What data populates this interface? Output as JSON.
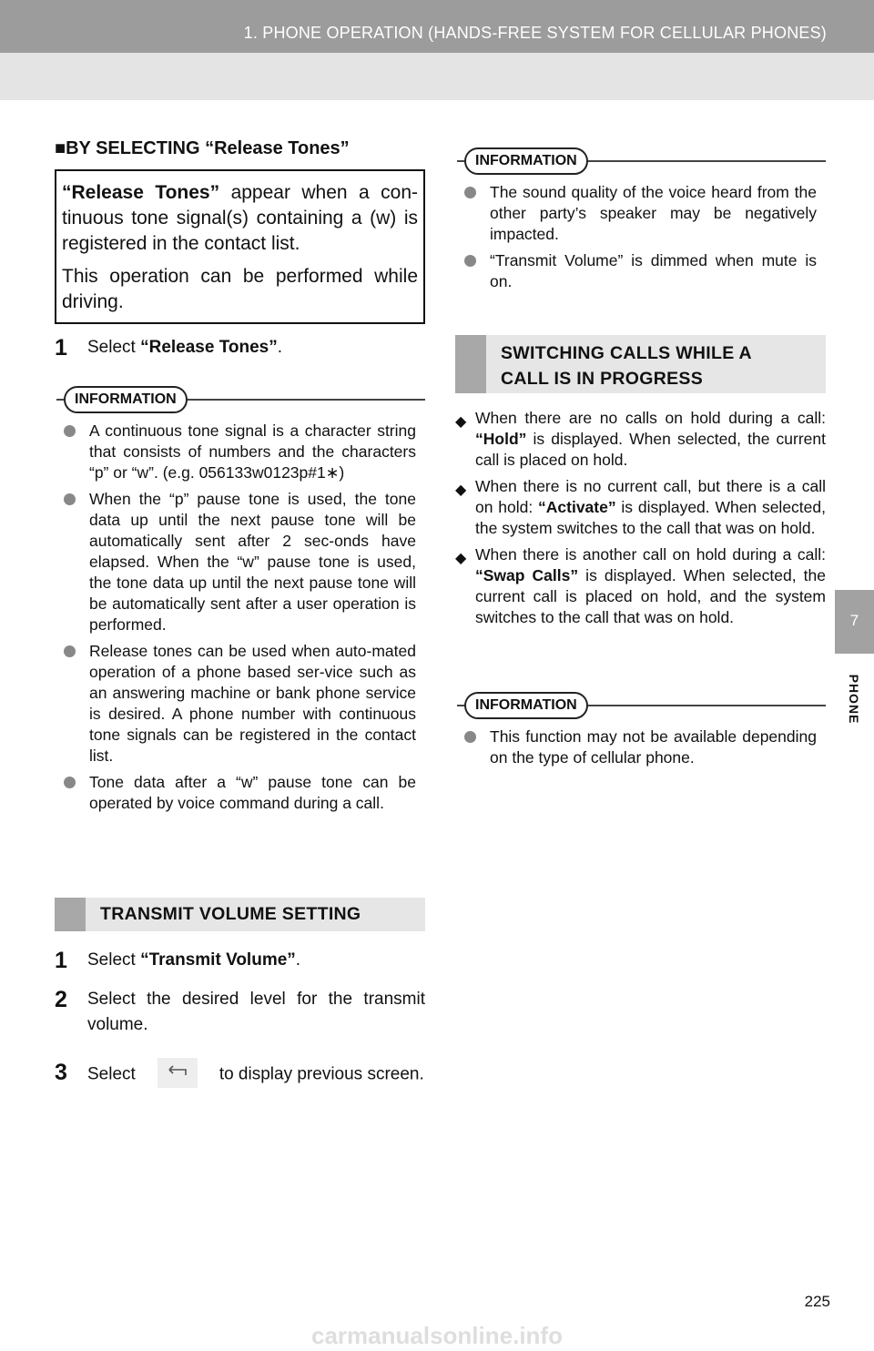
{
  "header": {
    "title": "1. PHONE OPERATION (HANDS-FREE SYSTEM FOR CELLULAR PHONES)"
  },
  "side_tab": {
    "number": "7",
    "label": "PHONE"
  },
  "release_tones": {
    "heading_prefix": "■",
    "heading": "BY SELECTING “Release Tones”",
    "box_p1_bold": "“Release Tones”",
    "box_p1_rest": " appear when a con-tinuous tone signal(s) containing a (w) is registered in the contact list.",
    "box_p2": "This operation can be performed while driving.",
    "step1": {
      "num": "1",
      "pre": "Select ",
      "bold": "“Release Tones”",
      "post": "."
    },
    "info_label": "INFORMATION",
    "info_items": [
      "A continuous tone signal is a character string that consists of numbers and the characters “p” or “w”. (e.g. 056133w0123p#1∗)",
      "When the “p” pause tone is used, the tone data up until the next pause tone will be automatically sent after 2 sec-onds have elapsed. When the “w” pause tone is used, the tone data up until the next pause tone will be automatically sent after a user operation is performed.",
      "Release tones can be used when auto-mated operation of a phone based ser-vice such as an answering machine or bank phone service is desired. A phone number with continuous tone signals can be registered in the contact list.",
      "Tone data after a “w” pause tone can be operated by voice command during a call."
    ]
  },
  "transmit": {
    "heading": "TRANSMIT VOLUME SETTING",
    "step1": {
      "num": "1",
      "pre": "Select ",
      "bold": "“Transmit Volume”",
      "post": "."
    },
    "step2": {
      "num": "2",
      "text": "Select the desired level for the transmit volume."
    },
    "step3": {
      "num": "3",
      "pre": "Select",
      "post": "to display previous screen."
    }
  },
  "right_info1": {
    "label": "INFORMATION",
    "items": [
      "The sound quality of the voice heard from the other party’s speaker may be negatively impacted.",
      "“Transmit Volume” is dimmed when mute is on."
    ]
  },
  "switching": {
    "heading_line1": "SWITCHING CALLS WHILE A",
    "heading_line2": "CALL IS IN PROGRESS",
    "items": [
      {
        "pre": "When there are no calls on hold during a call: ",
        "bold": "“Hold”",
        "post": " is displayed. When selected, the current call is placed on hold."
      },
      {
        "pre": "When there is no current call, but there is a call on hold: ",
        "bold": "“Activate”",
        "post": " is displayed. When selected, the system switches to the call that was on hold."
      },
      {
        "pre": "When there is another call on hold during a call: ",
        "bold": "“Swap Calls”",
        "post": " is displayed. When selected, the current call is placed on hold, and the system switches to the call that was on hold."
      }
    ],
    "diamond": "◆"
  },
  "right_info2": {
    "label": "INFORMATION",
    "items": [
      "This function may not be available depending on the type of cellular phone."
    ]
  },
  "footer": {
    "page": "225",
    "watermark": "carmanualsonline.info"
  }
}
